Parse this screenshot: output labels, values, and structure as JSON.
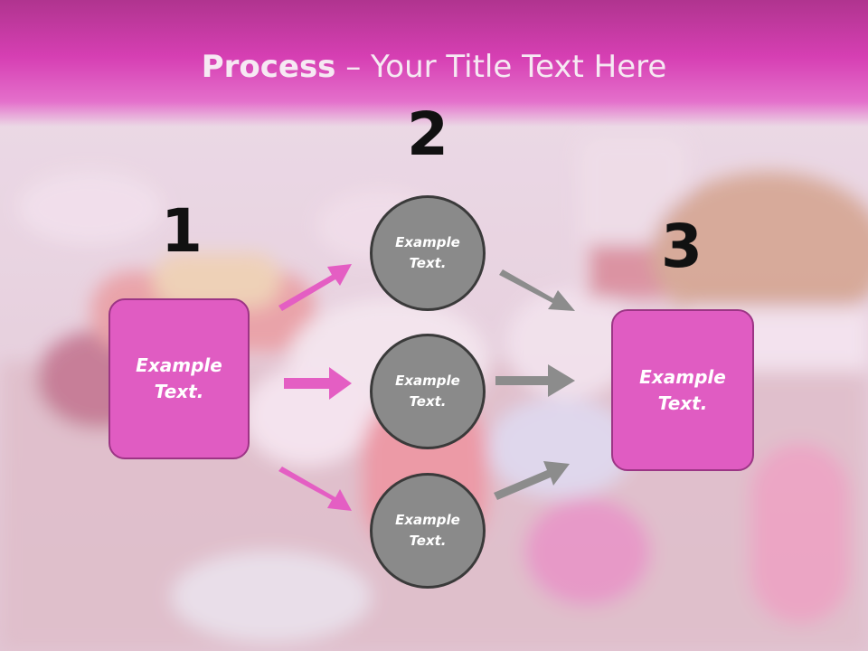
{
  "title": {
    "bold": "Process",
    "rest": " – Your Title Text Here"
  },
  "steps": [
    {
      "number": "1",
      "text": "Example Text."
    },
    {
      "number": "2",
      "items": [
        "Example Text.",
        "Example Text.",
        "Example Text."
      ]
    },
    {
      "number": "3",
      "text": "Example Text."
    }
  ],
  "colors": {
    "accent": "#e05cc2",
    "arrow_pink": "#e45ec3",
    "arrow_gray": "#8c8c8c",
    "circle": "#8a8a8a"
  }
}
